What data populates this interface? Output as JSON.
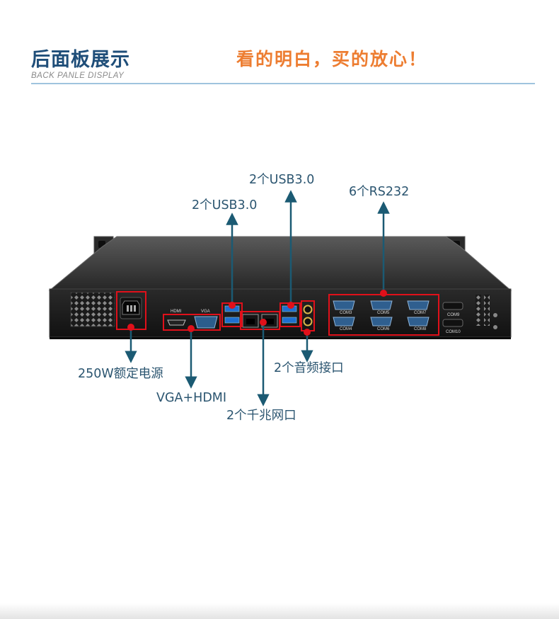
{
  "header": {
    "title_cn": "后面板展示",
    "title_en": "BACK PANLE DISPLAY",
    "slogan": "看的明白，买的放心！"
  },
  "callouts": {
    "usb_left": "2个USB3.0",
    "usb_right": "2个USB3.0",
    "rs232": "6个RS232",
    "power": "250W额定电源",
    "video": "VGA+HDMI",
    "lan": "2个千兆网口",
    "audio": "2个音频接口"
  },
  "panel_text": {
    "hdmi": "HDMI",
    "vga": "VGA",
    "com3": "COM3",
    "com5": "COM5",
    "com7": "COM7",
    "com4": "COM4",
    "com6": "COM6",
    "com8": "COM8",
    "com9": "COM9",
    "com10": "COM10"
  },
  "colors": {
    "title": "#1f4e79",
    "slogan": "#ed7d31",
    "callout_line": "#1b5a73",
    "highlight": "#e0101a",
    "label": "#2b5570"
  }
}
